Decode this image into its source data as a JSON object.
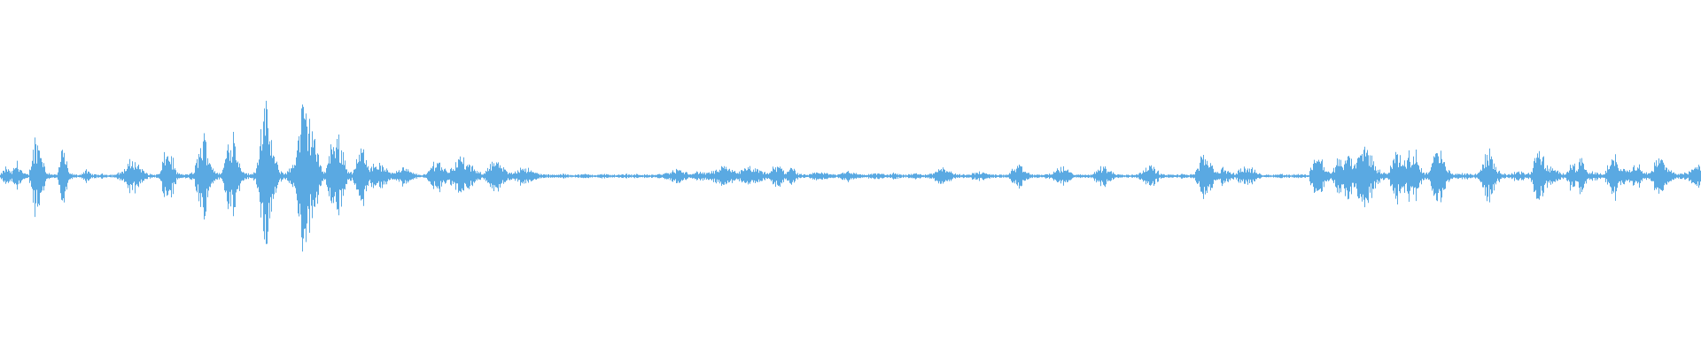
{
  "waveform": {
    "color": "#5aa9e2",
    "background": "#ffffff",
    "amplitude_envelope": [
      0.02,
      0.12,
      0.05,
      0.2,
      0.04,
      0.02,
      0.48,
      0.42,
      0.06,
      0.03,
      0.02,
      0.4,
      0.05,
      0.02,
      0.02,
      0.08,
      0.03,
      0.02,
      0.03,
      0.02,
      0.02,
      0.05,
      0.1,
      0.22,
      0.18,
      0.08,
      0.03,
      0.02,
      0.03,
      0.32,
      0.28,
      0.05,
      0.02,
      0.03,
      0.05,
      0.36,
      0.52,
      0.18,
      0.04,
      0.05,
      0.45,
      0.58,
      0.18,
      0.05,
      0.02,
      0.1,
      0.86,
      0.78,
      0.3,
      0.08,
      0.04,
      0.1,
      0.3,
      0.92,
      0.8,
      0.6,
      0.2,
      0.05,
      0.35,
      0.55,
      0.4,
      0.08,
      0.05,
      0.3,
      0.38,
      0.12,
      0.18,
      0.14,
      0.08,
      0.05,
      0.1,
      0.12,
      0.06,
      0.03,
      0.02,
      0.03,
      0.18,
      0.22,
      0.1,
      0.08,
      0.2,
      0.26,
      0.16,
      0.12,
      0.05,
      0.04,
      0.18,
      0.2,
      0.14,
      0.06,
      0.04,
      0.1,
      0.14,
      0.08,
      0.05,
      0.03,
      0.02,
      0.02,
      0.02,
      0.03,
      0.02,
      0.02,
      0.02,
      0.03,
      0.02,
      0.02,
      0.03,
      0.02,
      0.02,
      0.02,
      0.03,
      0.02,
      0.03,
      0.02,
      0.02,
      0.02,
      0.03,
      0.04,
      0.06,
      0.1,
      0.06,
      0.04,
      0.05,
      0.06,
      0.04,
      0.06,
      0.08,
      0.12,
      0.1,
      0.08,
      0.06,
      0.1,
      0.12,
      0.08,
      0.06,
      0.04,
      0.12,
      0.14,
      0.04,
      0.16,
      0.04,
      0.02,
      0.02,
      0.04,
      0.06,
      0.04,
      0.03,
      0.02,
      0.05,
      0.08,
      0.04,
      0.03,
      0.02,
      0.03,
      0.04,
      0.03,
      0.02,
      0.04,
      0.03,
      0.02,
      0.03,
      0.04,
      0.02,
      0.03,
      0.04,
      0.14,
      0.12,
      0.06,
      0.03,
      0.02,
      0.03,
      0.04,
      0.06,
      0.04,
      0.03,
      0.02,
      0.02,
      0.02,
      0.1,
      0.14,
      0.08,
      0.03,
      0.02,
      0.02,
      0.03,
      0.04,
      0.1,
      0.12,
      0.06,
      0.02,
      0.02,
      0.02,
      0.03,
      0.1,
      0.14,
      0.08,
      0.03,
      0.02,
      0.02,
      0.02,
      0.03,
      0.1,
      0.14,
      0.1,
      0.03,
      0.02,
      0.02,
      0.02,
      0.03,
      0.02,
      0.04,
      0.22,
      0.28,
      0.16,
      0.05,
      0.12,
      0.06,
      0.03,
      0.1,
      0.12,
      0.1,
      0.04,
      0.02,
      0.02,
      0.02,
      0.03,
      0.02,
      0.02,
      0.03,
      0.02,
      0.02,
      0.3,
      0.26,
      0.08,
      0.04,
      0.22,
      0.2,
      0.26,
      0.16,
      0.3,
      0.4,
      0.26,
      0.1,
      0.05,
      0.04,
      0.34,
      0.26,
      0.24,
      0.3,
      0.28,
      0.06,
      0.04,
      0.3,
      0.34,
      0.14,
      0.04,
      0.03,
      0.04,
      0.04,
      0.02,
      0.06,
      0.28,
      0.3,
      0.1,
      0.04,
      0.02,
      0.05,
      0.06,
      0.04,
      0.04,
      0.34,
      0.28,
      0.12,
      0.1,
      0.05,
      0.04,
      0.16,
      0.14,
      0.22,
      0.04,
      0.06,
      0.04,
      0.03,
      0.22,
      0.28,
      0.1,
      0.1,
      0.16,
      0.14,
      0.06,
      0.04,
      0.2,
      0.24,
      0.1,
      0.06,
      0.04,
      0.04,
      0.06,
      0.16,
      0.18
    ]
  }
}
